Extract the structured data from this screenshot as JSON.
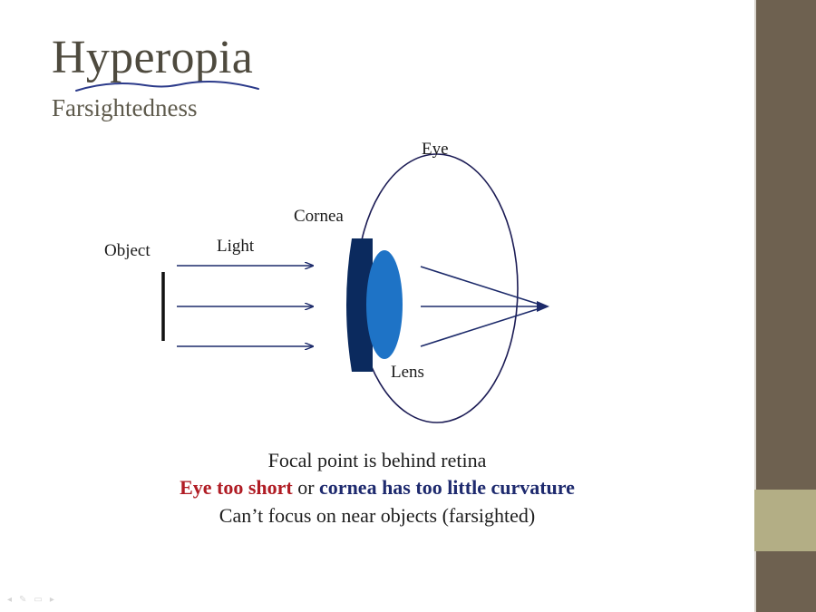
{
  "slide": {
    "title": "Hyperopia",
    "subtitle": "Farsightedness"
  },
  "diagram": {
    "labels": {
      "eye": "Eye",
      "cornea": "Cornea",
      "object": "Object",
      "light": "Light",
      "lens": "Lens"
    },
    "colors": {
      "cornea": "#0b2a5e",
      "lens": "#1e73c6",
      "eye_outline": "#1c1c55",
      "rays": "#1c2a6a",
      "object": "#111111"
    }
  },
  "captions": {
    "line1": "Focal point is behind retina",
    "line2_part1": "Eye too short",
    "line2_part2": " or ",
    "line2_part3": "cornea has too little curvature",
    "line3": "Can’t focus on near objects (farsighted)"
  },
  "theme": {
    "sidebar_color": "#6e6150",
    "accent_color": "#b3ae85"
  },
  "controls": {
    "icons": [
      "prev-icon",
      "pen-icon",
      "menu-icon",
      "next-icon"
    ]
  }
}
